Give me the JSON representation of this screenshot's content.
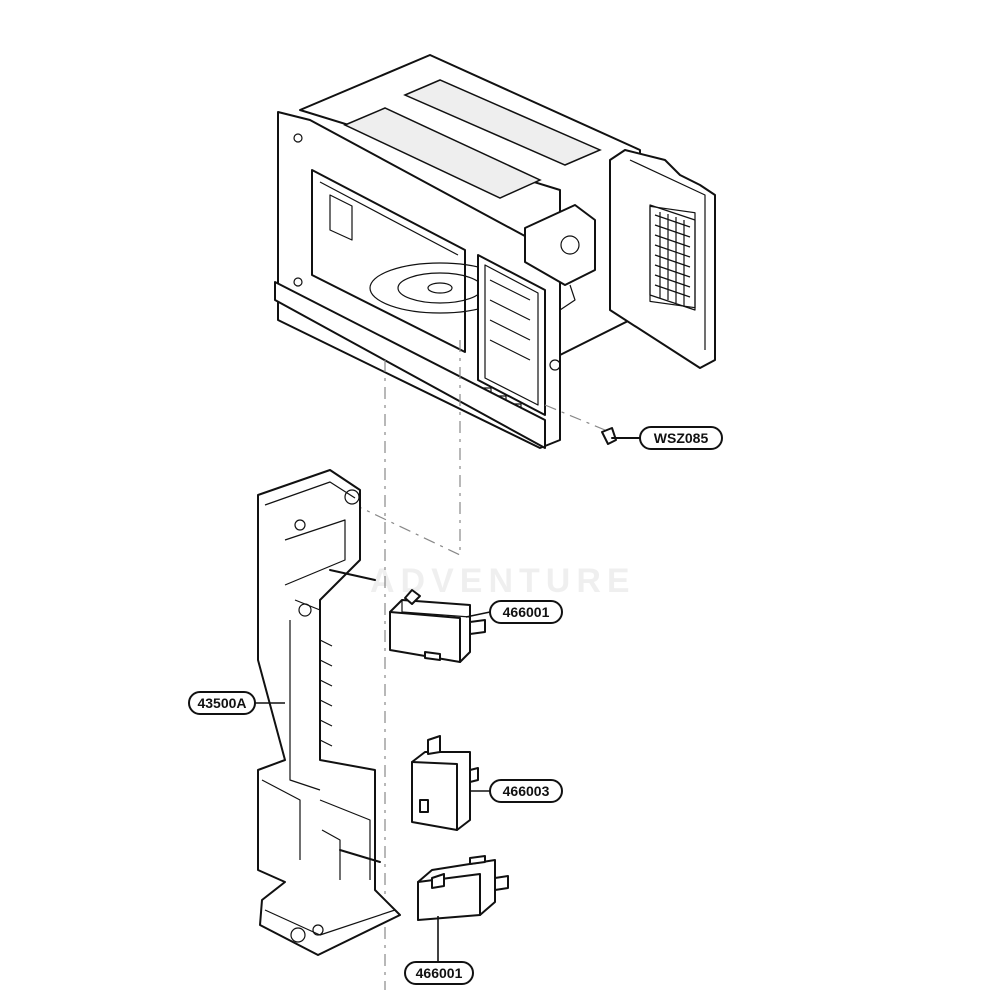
{
  "callouts": {
    "screw": "WSZ085",
    "switch_top": "466001",
    "latch_board": "43500A",
    "switch_middle": "466003",
    "switch_bottom": "466001"
  },
  "watermark": {
    "text": "ADVENTURE"
  }
}
